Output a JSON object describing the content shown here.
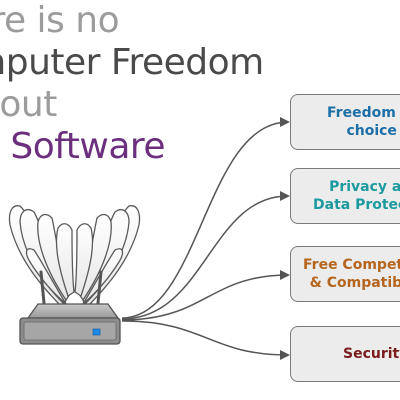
{
  "headline": {
    "line1": "There is no",
    "line2": "Computer Freedom",
    "line3": "without",
    "line4": "Free Software"
  },
  "boxes": [
    {
      "label": "Freedom of\nchoice",
      "color": "#1d6fa8"
    },
    {
      "label": "Privacy and\nData Protection",
      "color": "#1c9a9e"
    },
    {
      "label": "Free Competition\n& Compatibility",
      "color": "#b5651d"
    },
    {
      "label": "Security",
      "color": "#7a1c1c"
    }
  ],
  "colors": {
    "headline_gray": "#9c9c9c",
    "headline_dark": "#4a4a4a",
    "headline_accent": "#6b2f7e",
    "box_fill": "#ececec",
    "box_border": "#7a7a7a",
    "arrow": "#555555"
  },
  "icons": {
    "router": "winged-router-icon"
  }
}
